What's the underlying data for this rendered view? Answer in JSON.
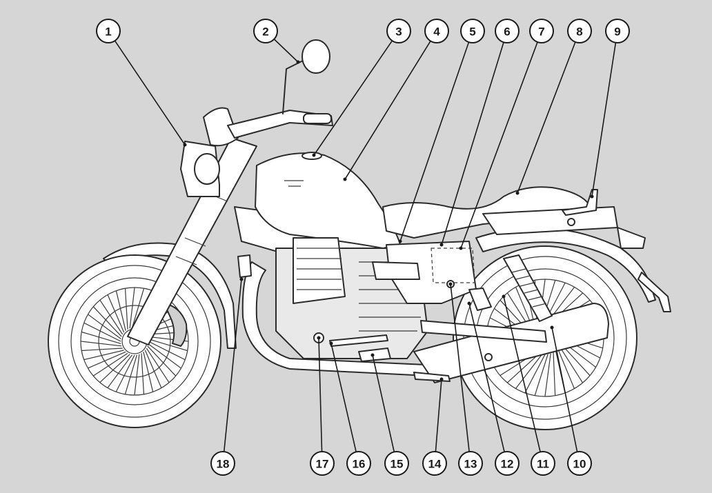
{
  "figure": {
    "background_color": "#d6d6d6",
    "line_color": "#1a1a1a",
    "part_fill": "#ffffff"
  },
  "callouts": [
    {
      "label": "1",
      "part": "headlight"
    },
    {
      "label": "2",
      "part": "rear-view-mirror"
    },
    {
      "label": "3",
      "part": "fuel-tank-cap"
    },
    {
      "label": "4",
      "part": "fuel-tank"
    },
    {
      "label": "5",
      "part": "side-panel"
    },
    {
      "label": "6",
      "part": "document-compartment"
    },
    {
      "label": "7",
      "part": "battery-compartment"
    },
    {
      "label": "8",
      "part": "seat"
    },
    {
      "label": "9",
      "part": "passenger-grab-handle"
    },
    {
      "label": "10",
      "part": "rear-wheel"
    },
    {
      "label": "11",
      "part": "rear-shock-absorber"
    },
    {
      "label": "12",
      "part": "rear-brake-pedal"
    },
    {
      "label": "13",
      "part": "seat-lock"
    },
    {
      "label": "14",
      "part": "side-stand"
    },
    {
      "label": "15",
      "part": "gear-lever"
    },
    {
      "label": "16",
      "part": "rider-footrest"
    },
    {
      "label": "17",
      "part": "engine-oil-filler"
    },
    {
      "label": "18",
      "part": "front-wheel"
    }
  ]
}
